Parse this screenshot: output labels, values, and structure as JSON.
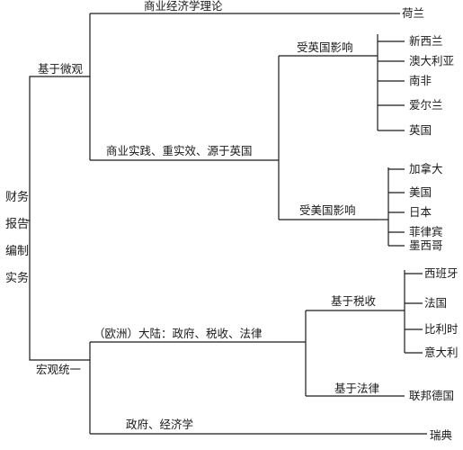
{
  "root": [
    "财务",
    "报告",
    "编制",
    "实务"
  ],
  "branches": {
    "micro": {
      "label": "基于微观",
      "theory": {
        "label": "商业经济学理论",
        "country": "荷兰"
      },
      "practice": {
        "label": "商业实践、重实效、源于英国",
        "uk_influence": {
          "label": "受英国影响",
          "countries": [
            "新西兰",
            "澳大利亚",
            "南非",
            "爱尔兰",
            "英国"
          ]
        },
        "us_influence": {
          "label": "受美国影响",
          "countries": [
            "加拿大",
            "美国",
            "日本",
            "菲律宾",
            "墨西哥"
          ]
        }
      }
    },
    "macro": {
      "label": "宏观统一",
      "continental": {
        "label": "（欧洲）大陆：政府、税收、法律",
        "tax_based": {
          "label": "基于税收",
          "countries": [
            "西班牙",
            "法国",
            "比利时",
            "意大利"
          ]
        },
        "law_based": {
          "label": "基于法律",
          "country": "联邦德国"
        }
      },
      "econ": {
        "label": "政府、经济学",
        "country": "瑞典"
      }
    }
  }
}
